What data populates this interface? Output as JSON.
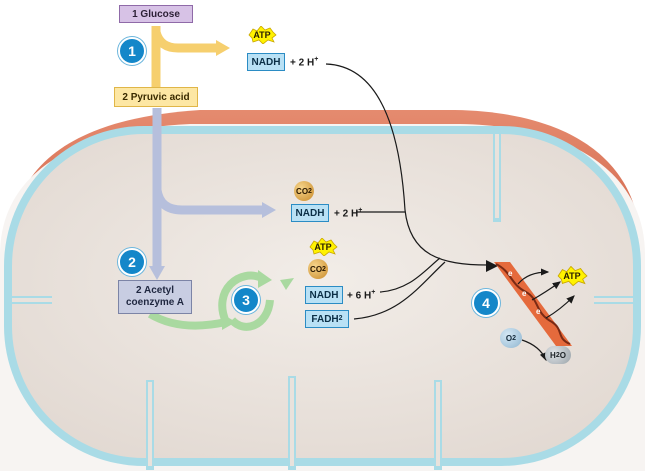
{
  "labels": {
    "glucose": "1 Glucose",
    "pyruvic": "2 Pyruvic acid",
    "acetyl_line1": "2 Acetyl",
    "acetyl_line2": "coenzyme A"
  },
  "steps": [
    "1",
    "2",
    "3",
    "4"
  ],
  "products": {
    "atp": "ATP",
    "nadh": "NADH",
    "fadh": "FADH",
    "fadh_sub": "2",
    "plus_2h": "+ 2 H",
    "plus_6h": "+ 6 H",
    "h_sup": "+",
    "co": "CO",
    "co_sub": "2",
    "o": "O",
    "o_sub": "2",
    "h": "H",
    "h_sub": "2",
    "water_o": "O",
    "electron": "e"
  },
  "colors": {
    "outer_membrane": "#e07a5e",
    "inner_membrane": "#a9dbe6",
    "matrix": "#ece5df",
    "glycolysis_arrow": "#f6cf6e",
    "acetyl_arrow": "#b6bfdc",
    "krebs_arrow": "#a9d9a0",
    "step_badge": "#1487c9",
    "etc_band": "#e56a3c"
  }
}
